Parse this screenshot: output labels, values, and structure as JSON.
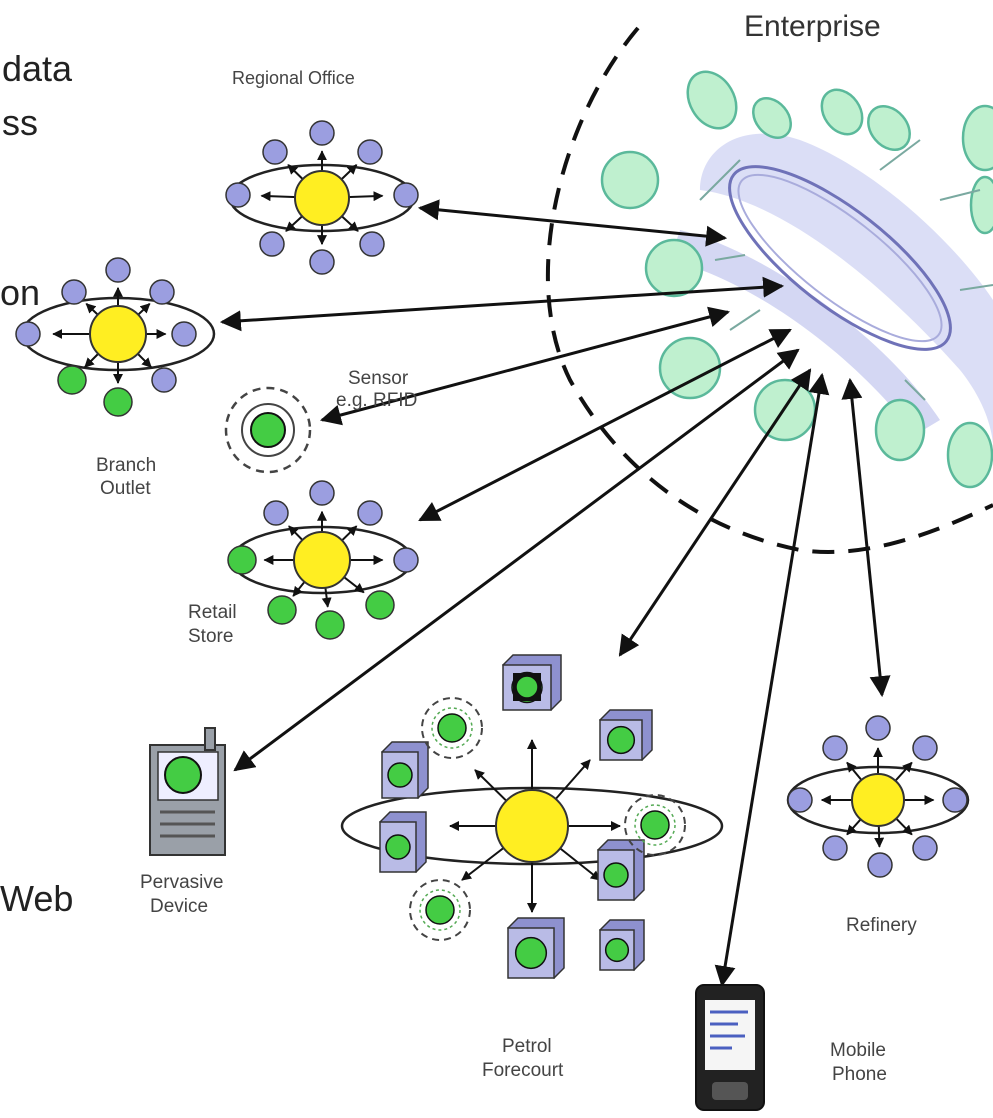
{
  "fragments": {
    "line1": "data",
    "line2": "ss",
    "line3": "on",
    "line4": "Web"
  },
  "labels": {
    "enterprise": "Enterprise",
    "regional_office": "Regional Office",
    "sensor_line1": "Sensor",
    "sensor_line2": "e.g. RFID",
    "branch_outlet_line1": "Branch",
    "branch_outlet_line2": "Outlet",
    "retail_store_line1": "Retail",
    "retail_store_line2": "Store",
    "pervasive_device_line1": "Pervasive",
    "pervasive_device_line2": "Device",
    "refinery": "Refinery",
    "petrol_forecourt_line1": "Petrol",
    "petrol_forecourt_line2": "Forecourt",
    "mobile_phone_line1": "Mobile",
    "mobile_phone_line2": "Phone"
  },
  "colors": {
    "hub": "#ffee22",
    "blue_node": "#9b9ee0",
    "green_node": "#44cc44",
    "enterprise_node": "#bff0cf",
    "device_body": "#b9bbe6"
  }
}
